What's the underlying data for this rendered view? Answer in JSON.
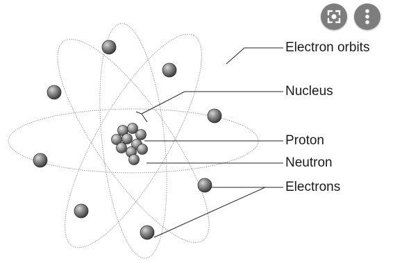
{
  "diagram": {
    "labels": {
      "electron_orbits": "Electron orbits",
      "nucleus": "Nucleus",
      "proton": "Proton",
      "neutron": "Neutron",
      "electrons": "Electrons"
    }
  },
  "overlay": {
    "buttons": [
      {
        "icon": "screen-capture-icon"
      },
      {
        "icon": "more-options-icon"
      }
    ]
  },
  "colors": {
    "orbit": "#8a8a8a",
    "electron": "#7a7a7a",
    "nucleon": "#858585",
    "text": "#1a1a1a",
    "overlay_button": "#7d7d7d"
  }
}
